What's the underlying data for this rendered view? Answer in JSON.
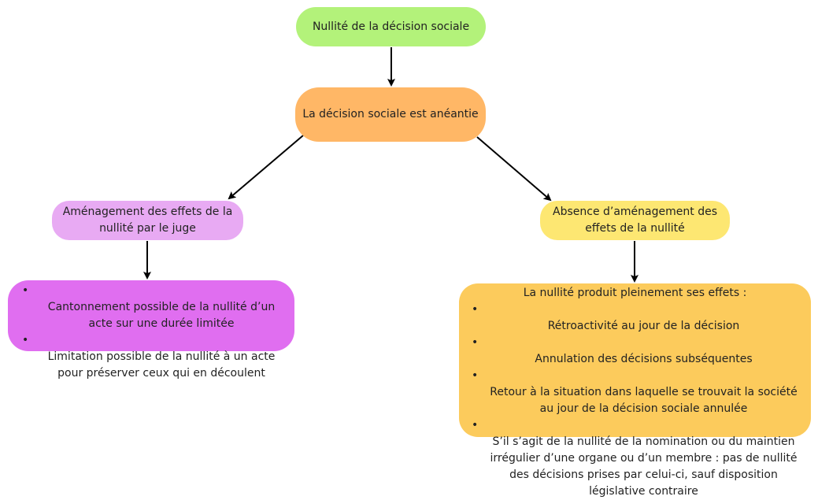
{
  "nodes": {
    "root": {
      "text": "Nullité de la décision sociale"
    },
    "annihilated": {
      "text": "La décision sociale est anéantie"
    },
    "with_adjustment": {
      "text": "Aménagement des effets de la\nnullité par  le juge"
    },
    "without_adjustment": {
      "text": "Absence d’aménagement des\neffets de la nullité"
    },
    "judge_options": {
      "items": [
        "Cantonnement possible de la nullité d’un\nacte sur une durée limitée",
        "Limitation possible de la nullité à un acte\npour préserver ceux qui en découlent"
      ]
    },
    "full_effects": {
      "intro": "La nullité produit pleinement ses effets :",
      "items": [
        "Rétroactivité au jour de la décision",
        "Annulation des décisions subséquentes",
        "Retour à la situation dans laquelle se trouvait la société\nau jour de la décision sociale annulée",
        "S’il s’agit de la nullité de la nomination ou du maintien\nirrégulier d’une organe ou d’un membre : pas de nullité\ndes décisions prises par celui-ci, sauf disposition\nlégislative contraire"
      ]
    }
  },
  "bullet_glyph": "•",
  "colors": {
    "root": "#b3f27a",
    "annihilated": "#ffb766",
    "with_adjustment": "#e8aaf3",
    "without_adjustment": "#fde772",
    "judge_options": "#e06ef0",
    "full_effects": "#fccb5c",
    "arrow": "#000000"
  }
}
